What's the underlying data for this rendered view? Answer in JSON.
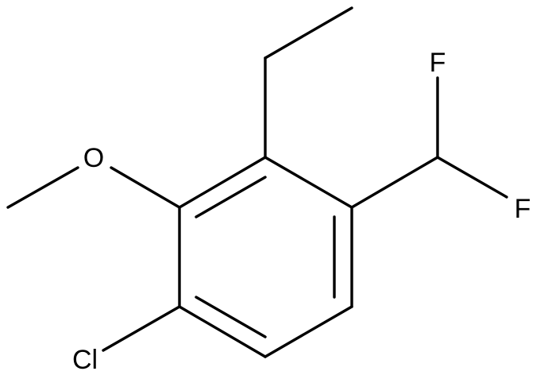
{
  "molecule": {
    "atoms": {
      "oxygen": "O",
      "chlorine": "Cl",
      "fluorine_top": "F",
      "fluorine_right": "F"
    },
    "colors": {
      "bond": "#000000",
      "text": "#000000",
      "background": "#ffffff"
    }
  }
}
